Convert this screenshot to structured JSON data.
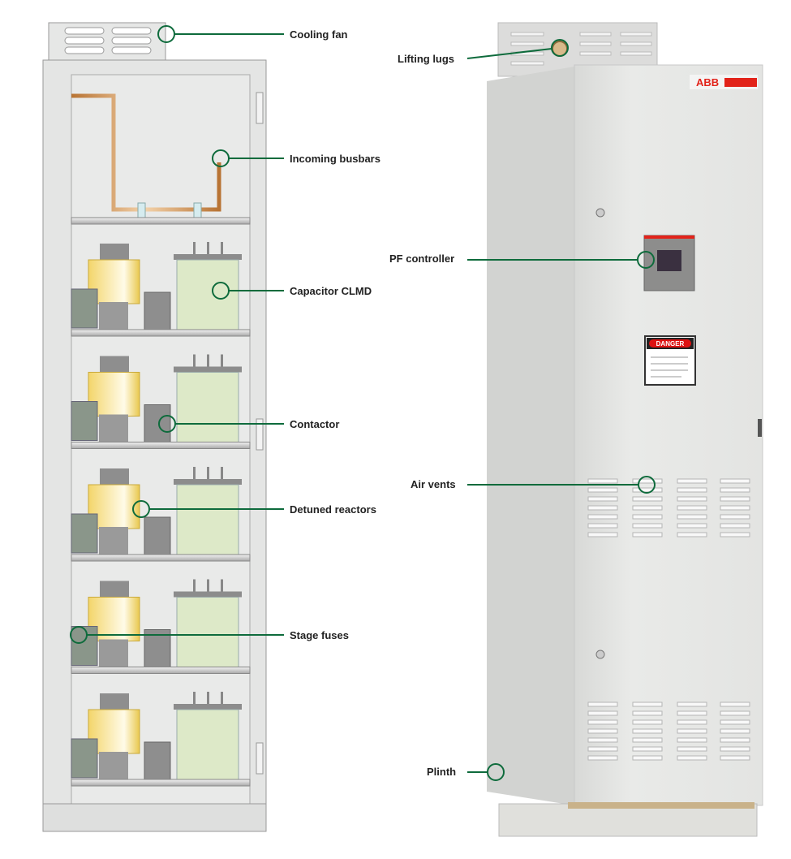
{
  "colors": {
    "callout": "#0e6b3c",
    "abb_red": "#e2231a",
    "capacitor": "#dde9c8",
    "reactor": "#f3d56a"
  },
  "left_callouts": [
    {
      "label": "Cooling fan"
    },
    {
      "label": "Incoming busbars"
    },
    {
      "label": "Capacitor CLMD"
    },
    {
      "label": "Contactor"
    },
    {
      "label": "Detuned reactors"
    },
    {
      "label": "Stage fuses"
    }
  ],
  "right_callouts": [
    {
      "label": "Lifting lugs"
    },
    {
      "label": "PF controller"
    },
    {
      "label": "Air vents"
    },
    {
      "label": "Plinth"
    }
  ],
  "cabinet": {
    "brand": "ABB",
    "warning": "DANGER"
  },
  "bays": 5
}
